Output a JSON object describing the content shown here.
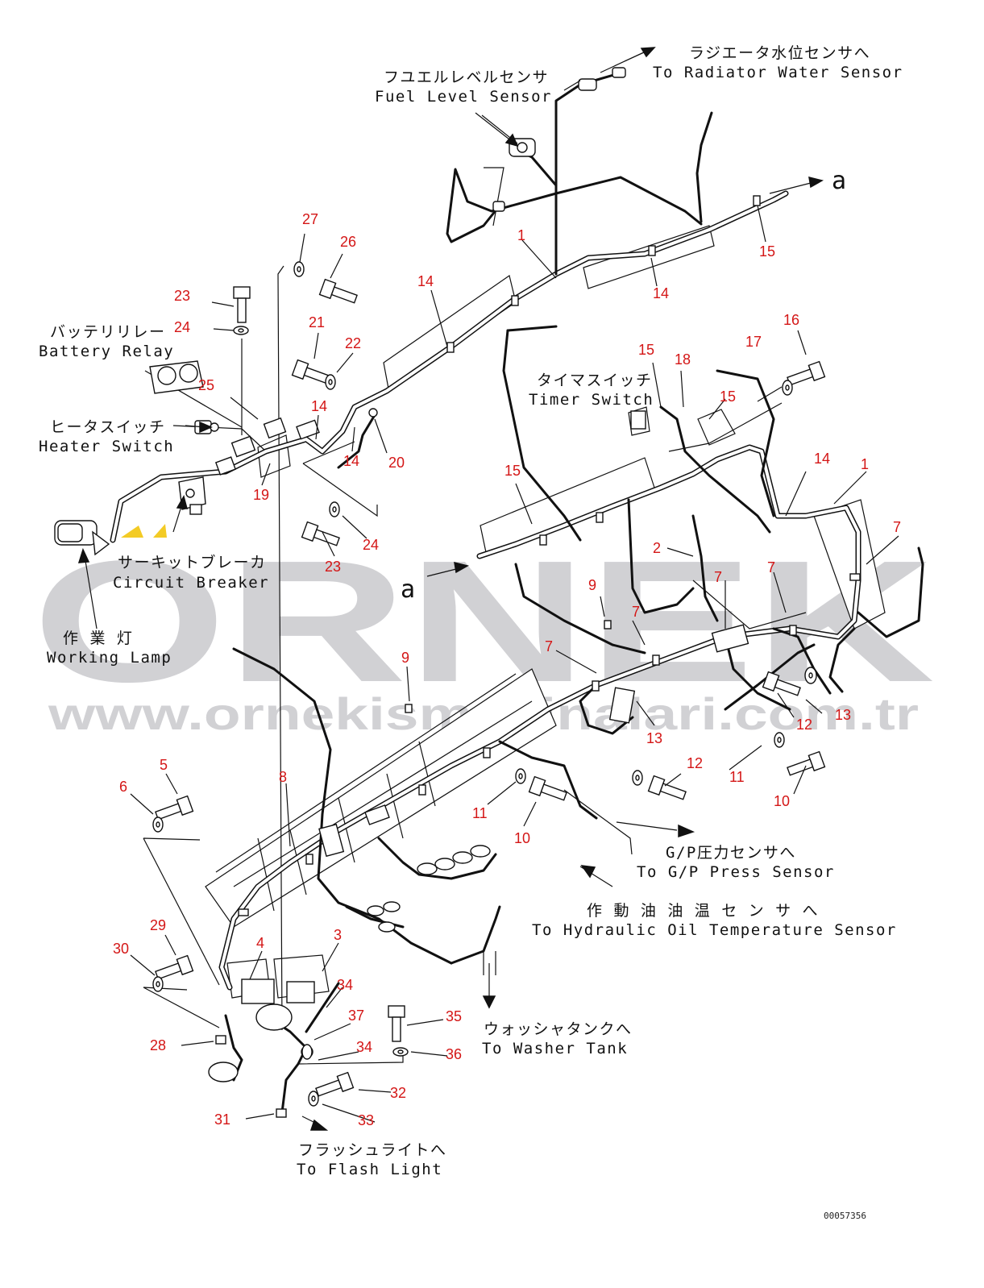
{
  "watermark": {
    "brand": "ORNEK",
    "url": "www.ornekismakinalari.com.tr",
    "brand_color": "#c9c9cd",
    "accent_color": "#f2c200"
  },
  "labels": {
    "radiator_jp": "ラジエータ水位センサへ",
    "radiator_en": "To Radiator Water Sensor",
    "fuel_jp": "フユエルレベルセンサ",
    "fuel_en": "Fuel Level Sensor",
    "battery_jp": "バッテリリレー",
    "battery_en": "Battery Relay",
    "heater_jp": "ヒータスイッチ",
    "heater_en": "Heater Switch",
    "timer_jp": "タイマスイッチ",
    "timer_en": "Timer Switch",
    "breaker_jp": "サーキットブレーカ",
    "breaker_en": "Circuit Breaker",
    "lamp_jp": "作 業 灯",
    "lamp_en": "Working Lamp",
    "gp_jp": "G/P圧力センサへ",
    "gp_en": "To G/P Press Sensor",
    "hyd_jp": "作 動 油 油 温 セ ン サ へ",
    "hyd_en": "To Hydraulic Oil Temperature Sensor",
    "washer_jp": "ウォッシャタンクへ",
    "washer_en": "To Washer Tank",
    "flash_jp": "フラッシュライトへ",
    "flash_en": "To Flash Light",
    "a_top": "a",
    "a_mid": "a",
    "drawing_code": "00057356"
  },
  "callouts": {
    "n1a": "1",
    "n1b": "1",
    "n2": "2",
    "n3": "3",
    "n4": "4",
    "n5": "5",
    "n6": "6",
    "n7a": "7",
    "n7b": "7",
    "n7c": "7",
    "n7d": "7",
    "n7e": "7",
    "n8": "8",
    "n9a": "9",
    "n9b": "9",
    "n10a": "10",
    "n10b": "10",
    "n11a": "11",
    "n11b": "11",
    "n12a": "12",
    "n12b": "12",
    "n13a": "13",
    "n13b": "13",
    "n14a": "14",
    "n14b": "14",
    "n14c": "14",
    "n14d": "14",
    "n14e": "14",
    "n15a": "15",
    "n15b": "15",
    "n15c": "15",
    "n15d": "15",
    "n16": "16",
    "n17": "17",
    "n18": "18",
    "n19": "19",
    "n20": "20",
    "n21": "21",
    "n22": "22",
    "n23a": "23",
    "n23b": "23",
    "n24a": "24",
    "n24b": "24",
    "n25": "25",
    "n26": "26",
    "n27": "27",
    "n28": "28",
    "n29": "29",
    "n30": "30",
    "n31": "31",
    "n32": "32",
    "n33": "33",
    "n34a": "34",
    "n34b": "34",
    "n35": "35",
    "n36": "36",
    "n37": "37"
  }
}
